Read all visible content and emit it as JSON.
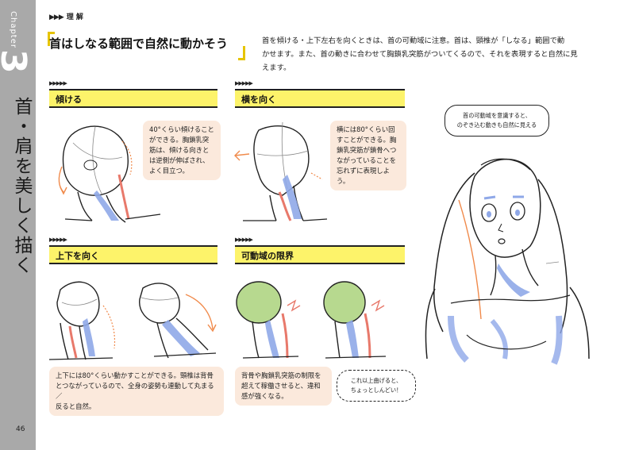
{
  "sidebar": {
    "chapter_word": "Chapter",
    "chapter_number": "3",
    "chapter_title": "首・肩を美しく描く"
  },
  "page_number": "46",
  "header": {
    "section_marker_arrows": "▶▶▶",
    "section_marker": "理 解",
    "headline": "首はしなる範囲で自然に動かそう",
    "intro_lines": [
      "首を傾ける・上下左右を向くときは、首の可動域に注意。首は、頸椎が「しなる」範囲で動",
      "かせます。また、首の動きに合わせて胸鎖乳突筋がついてくるので、それを表現すると自然に見",
      "えます。"
    ]
  },
  "sections": {
    "tilt": {
      "arrows": "▶▶▶▶▶",
      "label": "傾ける",
      "note_lines": [
        "40°くらい傾けること",
        "ができる。胸鎖乳突",
        "筋は、傾ける向きと",
        "は逆側が伸ばされ、",
        "よく目立つ。"
      ]
    },
    "turn": {
      "arrows": "▶▶▶▶▶",
      "label": "横を向く",
      "note_lines": [
        "横には80°くらい回",
        "すことができる。胸",
        "鎖乳突筋が鎖骨へつ",
        "ながっていることを",
        "忘れずに表現しよう。"
      ]
    },
    "updown": {
      "arrows": "▶▶▶▶▶",
      "label": "上下を向く",
      "note_lines": [
        "上下には80°くらい動かすことができる。頸椎は背骨",
        "とつながっているので、全身の姿勢も連動して丸まる／",
        "反ると自然。"
      ]
    },
    "limit": {
      "arrows": "▶▶▶▶▶",
      "label": "可動域の限界",
      "note_lines": [
        "背骨や胸鎖乳突筋の制限を",
        "超えて稼働させると、違和",
        "感が強くなる。"
      ],
      "bubble_lines": [
        "これ以上曲げると、",
        "ちょっとしんどい！"
      ]
    }
  },
  "figure_bubble_lines": [
    "首の可動域を意識すると、",
    "のぞき込む動きも自然に見える"
  ],
  "colors": {
    "sidebar_grey": "#a9a9a9",
    "highlight_yellow": "#fdf36a",
    "bracket_yellow": "#e6c400",
    "note_peach": "#fbe9dc",
    "muscle_blue": "#8fa8e8",
    "muscle_red": "#e8796b",
    "arrow_orange": "#f08a4b",
    "limit_green": "#b7d98f"
  }
}
